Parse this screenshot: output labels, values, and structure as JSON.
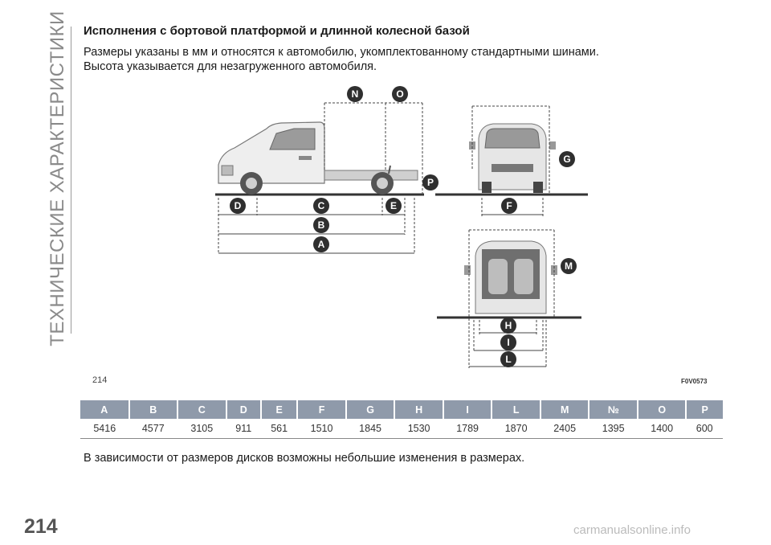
{
  "section": {
    "side_title": "ТЕХНИЧЕСКИЕ ХАРАКТЕРИСТИКИ"
  },
  "heading": "Исполнения с бортовой платформой и длинной колесной базой",
  "paragraph": [
    "Размеры указаны в мм и относятся к автомобилю, укомплектованному стандартными шинами.",
    "Высота указывается для незагруженного автомобиля."
  ],
  "figure": {
    "number": "214",
    "code": "F0V0573",
    "markers": [
      "N",
      "O",
      "G",
      "P",
      "D",
      "C",
      "E",
      "F",
      "B",
      "A",
      "M",
      "H",
      "I",
      "L"
    ]
  },
  "table": {
    "headers": [
      "A",
      "B",
      "C",
      "D",
      "E",
      "F",
      "G",
      "H",
      "I",
      "L",
      "M",
      "№",
      "O",
      "P"
    ],
    "values": [
      "5416",
      "4577",
      "3105",
      "911",
      "561",
      "1510",
      "1845",
      "1530",
      "1789",
      "1870",
      "2405",
      "1395",
      "1400",
      "600"
    ]
  },
  "note": "В зависимости от размеров дисков возможны небольшие изменения в размерах.",
  "page_number": "214",
  "watermark": "carmanualsonline.info",
  "colors": {
    "table_header": "#8f9aaa",
    "marker": "#2f2f2f"
  }
}
